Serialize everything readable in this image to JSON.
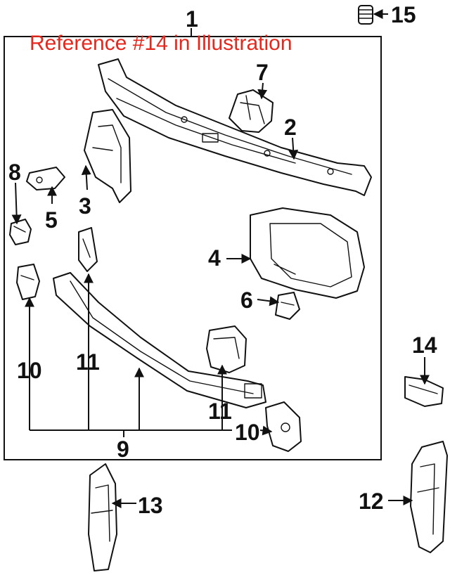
{
  "caption": {
    "text": "Reference #14 in Illustration",
    "color": "#e8271c"
  },
  "callouts": {
    "c1": "1",
    "c2": "2",
    "c3": "3",
    "c4": "4",
    "c5": "5",
    "c6": "6",
    "c7": "7",
    "c8": "8",
    "c9": "9",
    "c10a": "10",
    "c10b": "10",
    "c11a": "11",
    "c11b": "11",
    "c12": "12",
    "c13": "13",
    "c14": "14",
    "c15": "15"
  },
  "colors": {
    "line": "#111111",
    "shade": "#bdbdbd",
    "background": "#ffffff"
  }
}
